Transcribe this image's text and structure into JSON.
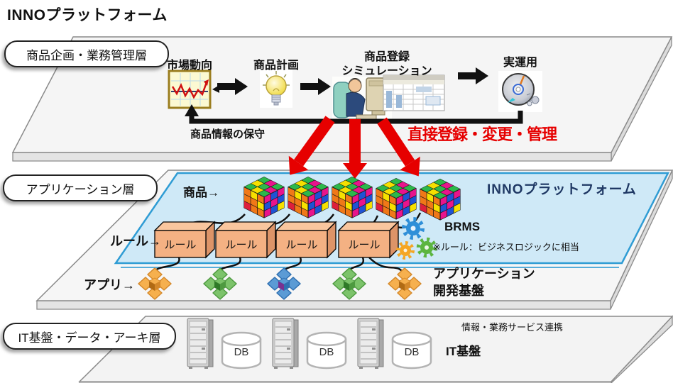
{
  "title": "INNOプラットフォーム",
  "colors": {
    "accent_red": "#e60000",
    "panel_blue_fill": "#cfe9f7",
    "panel_blue_border": "#2f9cd4",
    "layer_fill": "#f5f5f5",
    "rule_box_fill": "#f4b183",
    "inno_title_color": "#1f3864"
  },
  "icons": [
    "market-chart-icon",
    "light-bulb-icon",
    "operator-computer-icon",
    "spreadsheet-icon",
    "cd-icon",
    "flow-arrow-icon",
    "feedback-loop-arrow-icon",
    "red-down-arrow-icon",
    "product-cube-icon",
    "rule-box-icon",
    "gear-icon",
    "app-block-icon",
    "server-rack-icon",
    "database-cylinder-icon"
  ],
  "layers": {
    "business": {
      "pill": "商品企画・業務管理層",
      "flow": [
        {
          "label": "市場動向"
        },
        {
          "label": "商品計画"
        },
        {
          "label": "商品登録",
          "label2": "シミュレーション"
        },
        {
          "label": "実運用"
        }
      ],
      "feedback_label": "商品情報の保守",
      "direct_label": "直接登録・変更・管理"
    },
    "application": {
      "pill": "アプリケーション層",
      "panel_title": "INNOプラットフォーム",
      "product_label": "商品→",
      "rule_row_label": "ルール→",
      "rule_boxes": [
        "ルール",
        "ルール",
        "ルール",
        "ルール"
      ],
      "brms_label": "BRMS",
      "brms_note": "※ルール：ビジネスロジックに相当",
      "app_row_label": "アプリ→",
      "dev_platform_line1": "アプリケーション",
      "dev_platform_line2": "開発基盤"
    },
    "infrastructure": {
      "pill": "IT基盤・データ・アーキ層",
      "db_label": "DB",
      "service_label": "情報・業務サービス連携",
      "base_label": "IT基盤"
    }
  }
}
